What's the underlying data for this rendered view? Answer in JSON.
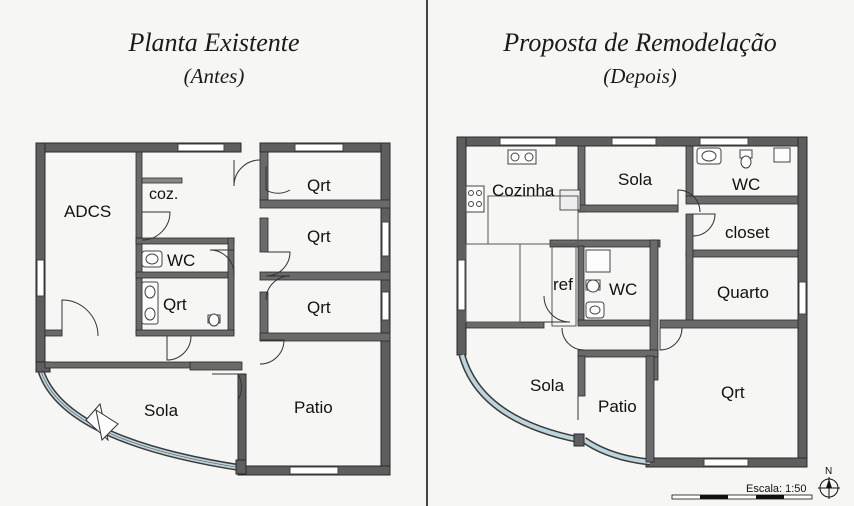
{
  "left_plan": {
    "title": "Planta Existente",
    "subtitle": "(Antes)",
    "rooms": {
      "adcs": "ADCS",
      "coz": "coz.",
      "qrt1": "Qrt",
      "qrt2": "Qrt",
      "wc": "WC",
      "qrt3": "Qrt",
      "qrt4": "Qrt",
      "sola": "Sola",
      "patio": "Patio"
    }
  },
  "right_plan": {
    "title": "Proposta de Remodelação",
    "subtitle": "(Depois)",
    "rooms": {
      "cozinha": "Cozinha",
      "sola1": "Sola",
      "wc1": "WC",
      "closet": "closet",
      "ref": "ref",
      "wc2": "WC",
      "quarto": "Quarto",
      "sola2": "Sola",
      "patio": "Patio",
      "qrt": "Qrt"
    }
  },
  "scale_label": "Escala: 1:50",
  "north_label": "N",
  "colors": {
    "wall": "#5e5e5e",
    "wall_edge": "#2a2a2a",
    "glass": "#bcd4dc",
    "background": "#f6f6f4"
  }
}
